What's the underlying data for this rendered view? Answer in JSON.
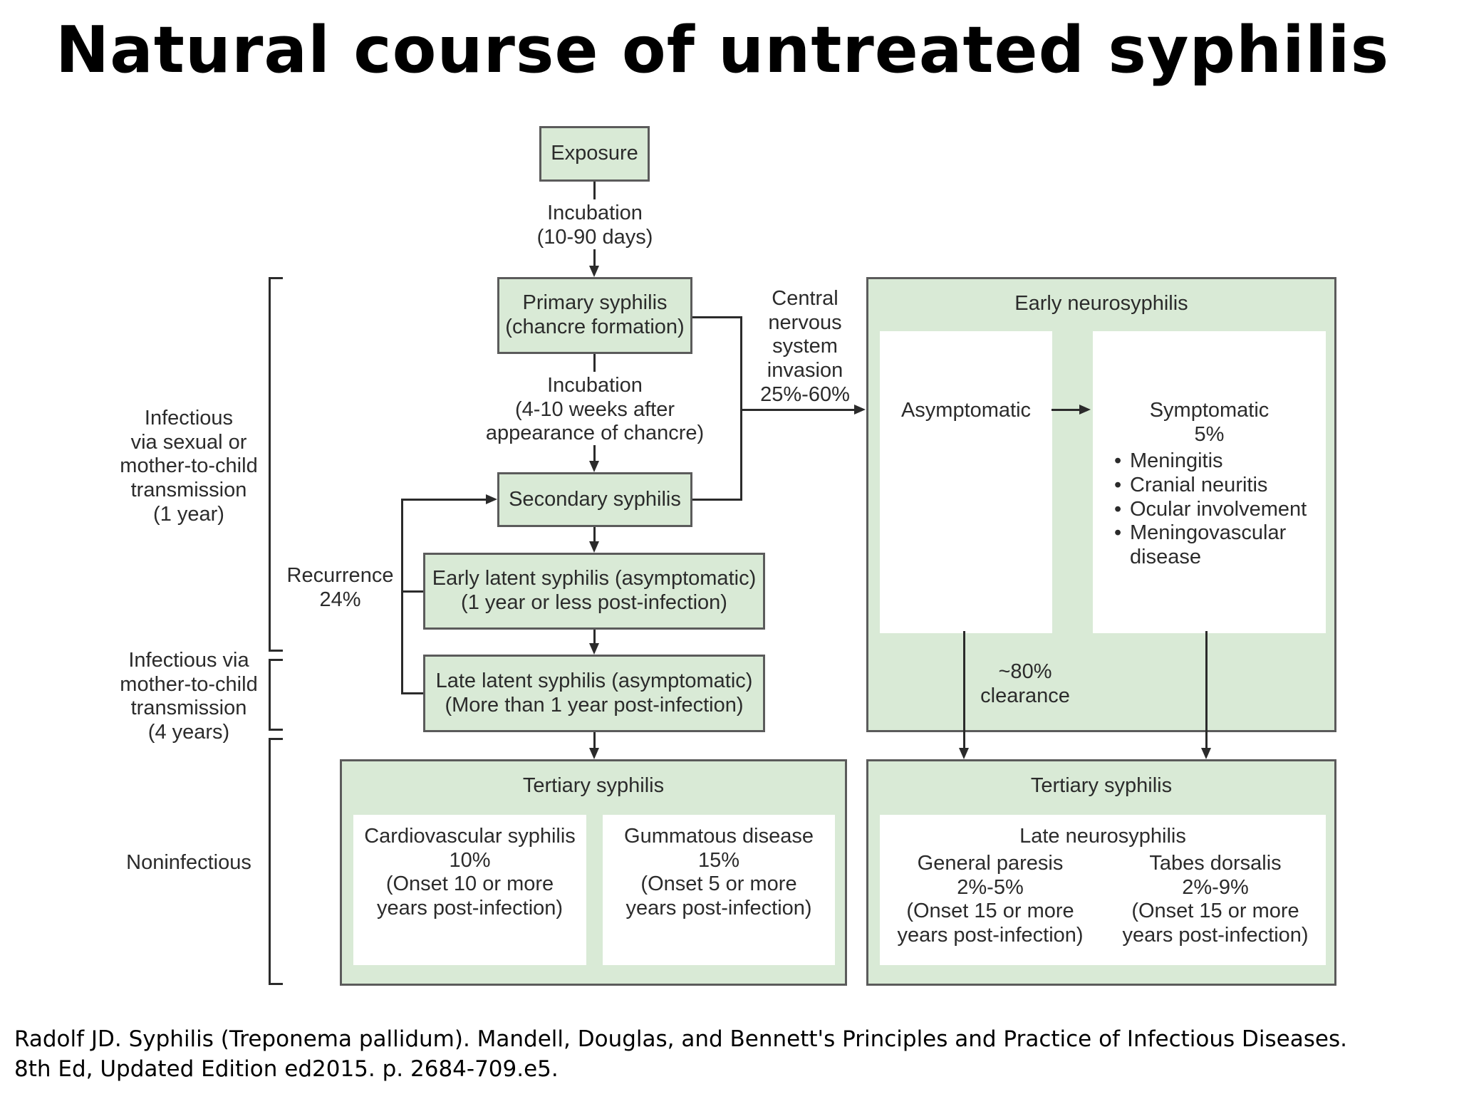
{
  "title": "Natural course of untreated syphilis",
  "colors": {
    "box_fill": "#d9ead6",
    "border": "#5b5b5b",
    "text": "#2b2b2b"
  },
  "nodes": {
    "exposure": "Exposure",
    "incubation1": [
      "Incubation",
      "(10-90 days)"
    ],
    "primary": [
      "Primary syphilis",
      "(chancre formation)"
    ],
    "incubation2": [
      "Incubation",
      "(4-10 weeks after",
      "appearance of chancre)"
    ],
    "secondary": "Secondary syphilis",
    "early_latent": [
      "Early latent syphilis (asymptomatic)",
      "(1 year or less post-infection)"
    ],
    "late_latent": [
      "Late latent syphilis (asymptomatic)",
      "(More than 1 year post-infection)"
    ],
    "cns_invasion": [
      "Central",
      "nervous",
      "system",
      "invasion",
      "25%-60%"
    ],
    "recurrence": [
      "Recurrence",
      "24%"
    ],
    "clearance": [
      "~80%",
      "clearance"
    ]
  },
  "left_labels": {
    "infectious1": [
      "Infectious",
      "via sexual or",
      "mother-to-child",
      "transmission",
      "(1 year)"
    ],
    "infectious2": [
      "Infectious via",
      "mother-to-child",
      "transmission",
      "(4 years)"
    ],
    "noninfectious": "Noninfectious"
  },
  "early_neuro": {
    "title": "Early neurosyphilis",
    "asymptomatic": "Asymptomatic",
    "symptomatic": [
      "Symptomatic",
      "5%"
    ],
    "bullets": [
      "Meningitis",
      "Cranial neuritis",
      "Ocular involvement",
      "Meningovascular disease"
    ]
  },
  "tertiary_left": {
    "title": "Tertiary syphilis",
    "cardio": [
      "Cardiovascular syphilis",
      "10%",
      "(Onset 10 or more",
      "years post-infection)"
    ],
    "gumma": [
      "Gummatous disease",
      "15%",
      "(Onset 5 or more",
      "years post-infection)"
    ]
  },
  "tertiary_right": {
    "title": "Tertiary syphilis",
    "late_neuro": "Late neurosyphilis",
    "paresis": [
      "General paresis",
      "2%-5%",
      "(Onset 15 or more",
      "years post-infection)"
    ],
    "tabes": [
      "Tabes dorsalis",
      "2%-9%",
      "(Onset 15 or more",
      "years post-infection)"
    ]
  },
  "citation": [
    "Radolf JD. Syphilis (Treponema pallidum).  Mandell, Douglas, and Bennett's Principles and Practice of Infectious Diseases.",
    "8th Ed, Updated Edition ed2015. p. 2684-709.e5."
  ]
}
